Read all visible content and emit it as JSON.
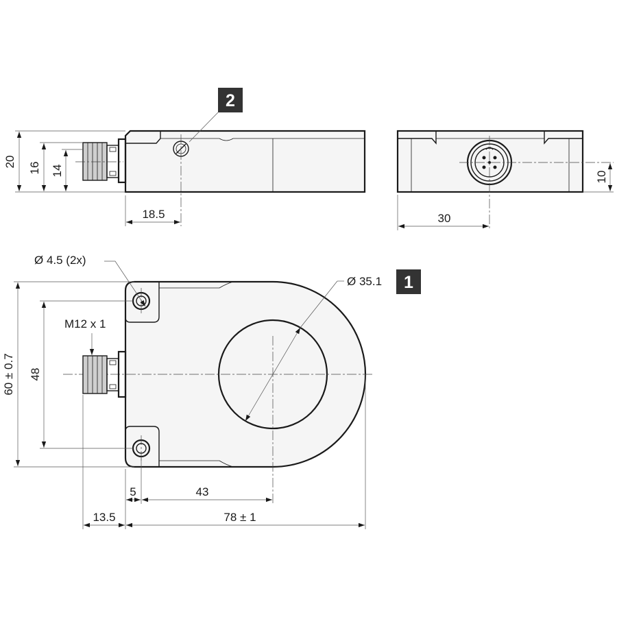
{
  "callouts": [
    {
      "id": "callout-2",
      "label": "2"
    },
    {
      "id": "callout-1",
      "label": "1"
    }
  ],
  "dimensions": {
    "side_height_total": "20",
    "side_height_inner": "16",
    "side_height_connector": "14",
    "side_screw_offset": "18.5",
    "end_width": "30",
    "end_connector_height": "10",
    "hole_diameter": "Ø 4.5 (2x)",
    "ring_diameter": "Ø 35.1",
    "thread": "M12 x 1",
    "top_height": "60 ± 0.7",
    "hole_spacing": "48",
    "hole_offset": "5",
    "center_offset": "43",
    "connector_length": "13.5",
    "total_length": "78 ± 1"
  },
  "colors": {
    "line": "#1a1a1a",
    "callout_bg": "#333333",
    "connector": "#cfcfcf",
    "body": "#f5f5f5"
  }
}
